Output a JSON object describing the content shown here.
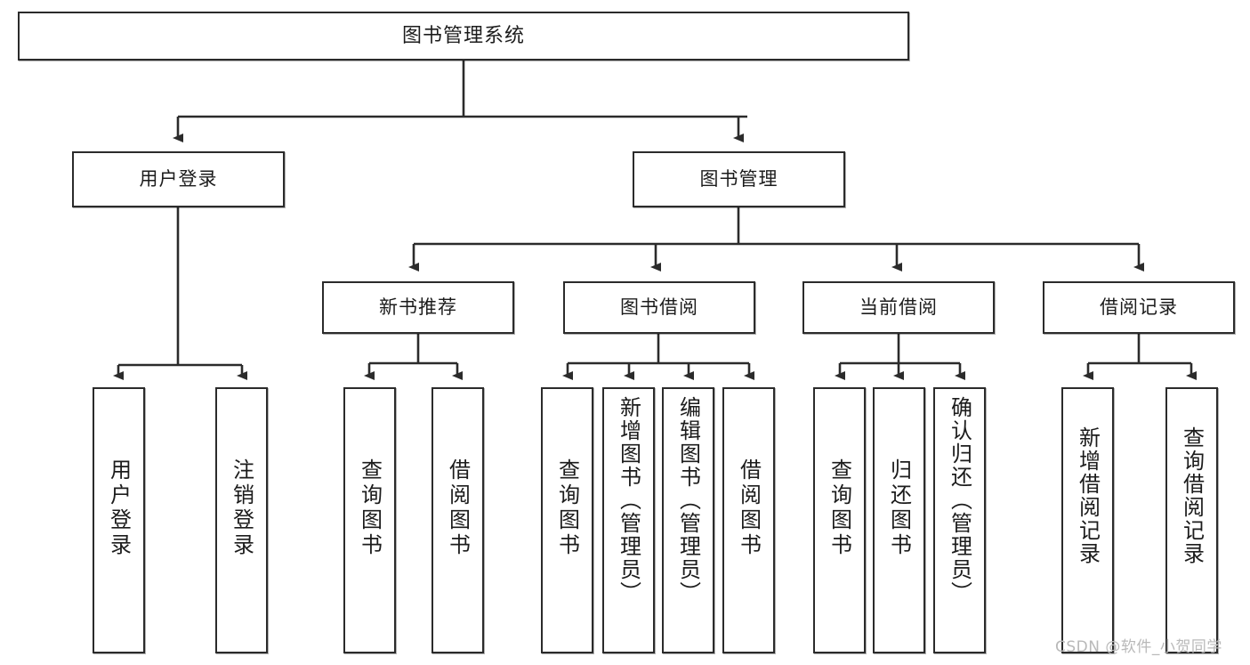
{
  "diagram": {
    "title": "图书管理系统",
    "type": "tree",
    "watermark": "CSDN @软件_小贺同学",
    "colors": {
      "box_border": "#2b2b2b",
      "box_fill": "#ffffff",
      "connector": "#2b2b2b",
      "text": "#1c1c1c",
      "watermark": "#b9b9b9",
      "background": "#ffffff"
    },
    "root": {
      "label": "图书管理系统"
    },
    "level2": [
      {
        "label": "用户登录"
      },
      {
        "label": "图书管理"
      }
    ],
    "level3": [
      {
        "label": "新书推荐"
      },
      {
        "label": "图书借阅"
      },
      {
        "label": "当前借阅"
      },
      {
        "label": "借阅记录"
      }
    ],
    "leaves": {
      "user_login": [
        {
          "label": "用户登录"
        },
        {
          "label": "注销登录"
        }
      ],
      "new_book_recommend": [
        {
          "label": "查询图书"
        },
        {
          "label": "借阅图书"
        }
      ],
      "book_borrow": [
        {
          "label": "查询图书"
        },
        {
          "label": "新增图书（管理员）"
        },
        {
          "label": "编辑图书（管理员）"
        },
        {
          "label": "借阅图书"
        }
      ],
      "current_borrow": [
        {
          "label": "查询图书"
        },
        {
          "label": "归还图书"
        },
        {
          "label": "确认归还（管理员）"
        }
      ],
      "borrow_record": [
        {
          "label": "新增借阅记录"
        },
        {
          "label": "查询借阅记录"
        }
      ]
    }
  }
}
